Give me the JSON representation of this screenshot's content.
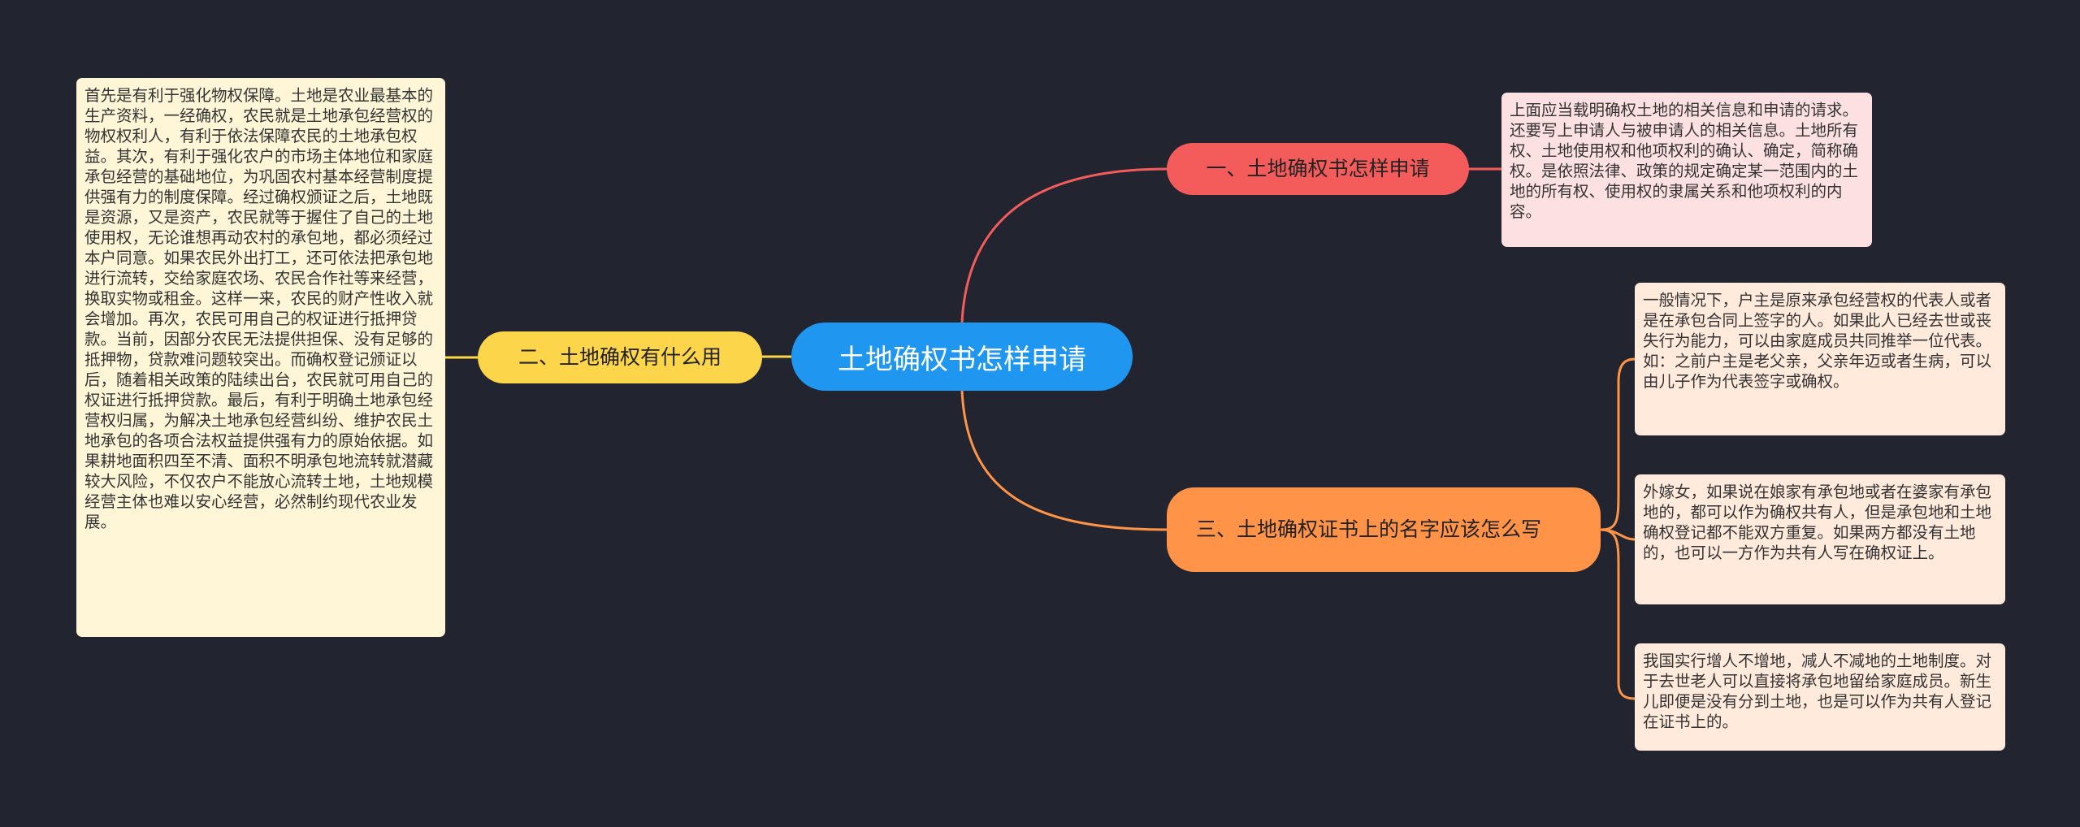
{
  "mindmap": {
    "center": "土地确权书怎样申请",
    "branches": [
      {
        "label": "一、土地确权书怎样申请",
        "leaves": [
          "上面应当载明确权土地的相关信息和申请的请求。还要写上申请人与被申请人的相关信息。土地所有权、土地使用权和他项权利的确认、确定，简称确权。是依照法律、政策的规定确定某一范围内的土地的所有权、使用权的隶属关系和他项权利的内容。"
        ]
      },
      {
        "label": "二、土地确权有什么用",
        "leaves": [
          "首先是有利于强化物权保障。土地是农业最基本的生产资料，一经确权，农民就是土地承包经营权的物权权利人，有利于依法保障农民的土地承包权益。其次，有利于强化农户的市场主体地位和家庭承包经营的基础地位，为巩固农村基本经营制度提供强有力的制度保障。经过确权颁证之后，土地既是资源，又是资产，农民就等于握住了自己的土地使用权，无论谁想再动农村的承包地，都必须经过本户同意。如果农民外出打工，还可依法把承包地进行流转，交给家庭农场、农民合作社等来经营，换取实物或租金。这样一来，农民的财产性收入就会增加。再次，农民可用自己的权证进行抵押贷款。当前，因部分农民无法提供担保、没有足够的抵押物，贷款难问题较突出。而确权登记颁证以后，随着相关政策的陆续出台，农民就可用自己的权证进行抵押贷款。最后，有利于明确土地承包经营权归属，为解决土地承包经营纠纷、维护农民土地承包的各项合法权益提供强有力的原始依据。如果耕地面积四至不清、面积不明承包地流转就潜藏较大风险，不仅农户不能放心流转土地，土地规模经营主体也难以安心经营，必然制约现代农业发展。"
        ]
      },
      {
        "label": "三、土地确权证书上的名字应该怎么写",
        "leaves": [
          "一般情况下，户主是原来承包经营权的代表人或者是在承包合同上签字的人。如果此人已经去世或丧失行为能力，可以由家庭成员共同推举一位代表。如：之前户主是老父亲，父亲年迈或者生病，可以由儿子作为代表签字或确权。",
          "外嫁女，如果说在娘家有承包地或者在婆家有承包地的，都可以作为确权共有人，但是承包地和土地确权登记都不能双方重复。如果两方都没有土地的，也可以一方作为共有人写在确权证上。",
          "我国实行增人不增地，减人不减地的土地制度。对于去世老人可以直接将承包地留给家庭成员。新生儿即便是没有分到土地，也是可以作为共有人登记在证书上的。"
        ]
      }
    ]
  },
  "colors": {
    "background": "#22252f",
    "center": "#1f96f0",
    "branch1": "#f45c5c",
    "branch2": "#fdd54a",
    "branch3": "#ff9448",
    "leaf1": "#fde0e1",
    "leaf2": "#fef6d6",
    "leaf3": "#ffeadb"
  }
}
